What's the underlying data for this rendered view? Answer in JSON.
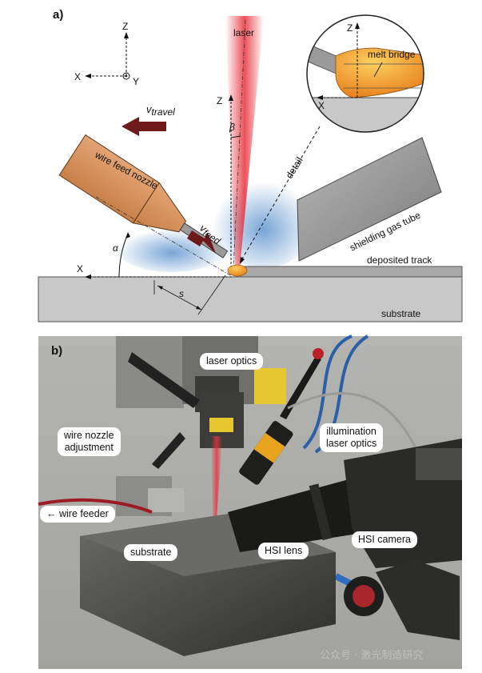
{
  "panel_a": {
    "label": "a)",
    "axis_labels": {
      "z_main": "Z",
      "x_main": "X",
      "y_main": "Y",
      "z_beam": "Z",
      "x_track": "X",
      "z_detail": "Z",
      "x_detail": "X"
    },
    "laser": "laser",
    "beta": "β",
    "alpha": "α",
    "s": "s",
    "v_travel": {
      "v": "v",
      "sub": "travel"
    },
    "v_feed": {
      "v": "v",
      "sub": "feed"
    },
    "wire_feed_nozzle": "wire feed nozzle",
    "shielding_gas_tube": "shielding gas tube",
    "deposited_track": "deposited track",
    "substrate": "substrate",
    "detail": "detail",
    "melt_bridge": "melt bridge"
  },
  "panel_b": {
    "label": "b)",
    "callouts": {
      "laser_optics": "laser optics",
      "illumination_1": "illumination",
      "illumination_2": "laser optics",
      "wire_nozzle_1": "wire nozzle",
      "wire_nozzle_2": "adjustment",
      "wire_feeder": "← wire feeder",
      "substrate": "substrate",
      "hsi_lens": "HSI lens",
      "hsi_camera": "HSI camera"
    },
    "watermark": "公众号 · 激光制造研究"
  },
  "colors": {
    "laser_red": "#e8323c",
    "nozzle_copper": "#d9925a",
    "melt_orange": "#f0a030",
    "arrow_maroon": "#6e1a1a",
    "gas_blue": "#4a86c8",
    "substrate_gray": "#c8c8c8",
    "photo_bg": "#a8a8a4"
  }
}
